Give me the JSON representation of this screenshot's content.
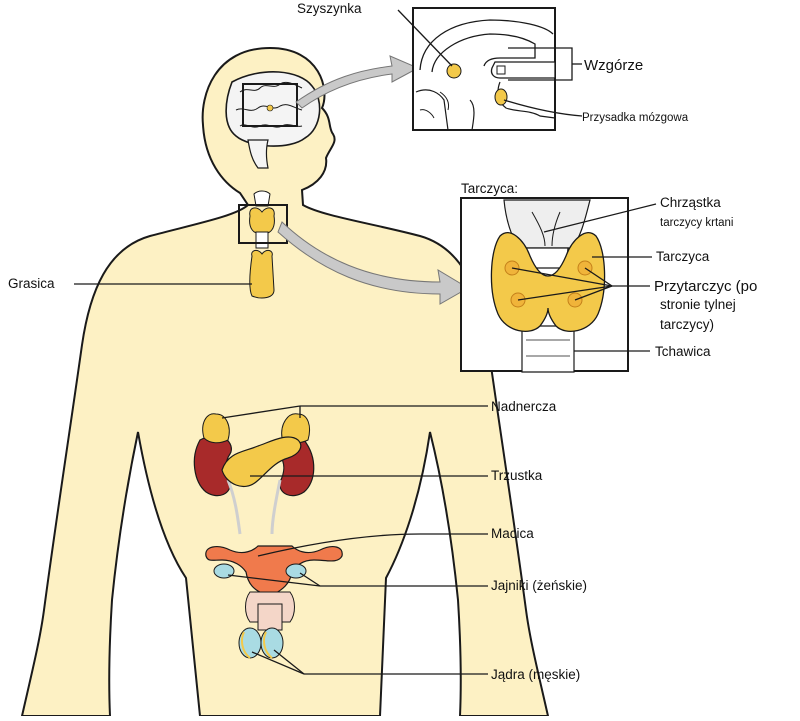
{
  "colors": {
    "skin": "#fdf1c4",
    "outline": "#1a1a1a",
    "gland": "#f3c94a",
    "gland_dark": "#d9a82a",
    "kidney": "#a82a2a",
    "uterus": "#f07a4c",
    "ovary": "#a9dbe3",
    "arrow": "#c9c9c9"
  },
  "labels": {
    "pineal": "Szyszynka",
    "hypothalamus": "Wzgórze",
    "pituitary": "Przysadka mózgowa",
    "thyroid_title": "Tarczyca:",
    "cartilage_1": "Chrząstka",
    "cartilage_2": "tarczycy krtani",
    "thyroid": "Tarczyca",
    "parathyroid_1": "Przytarczyc (po",
    "parathyroid_2": "stronie tylnej",
    "parathyroid_3": "tarczycy)",
    "trachea": "Tchawica",
    "thymus": "Grasica",
    "adrenal": "Nadnercza",
    "pancreas": "Trzustka",
    "uterus": "Macica",
    "ovaries": "Jajniki (żeńskie)",
    "testes": "Jądra (męskie)"
  }
}
